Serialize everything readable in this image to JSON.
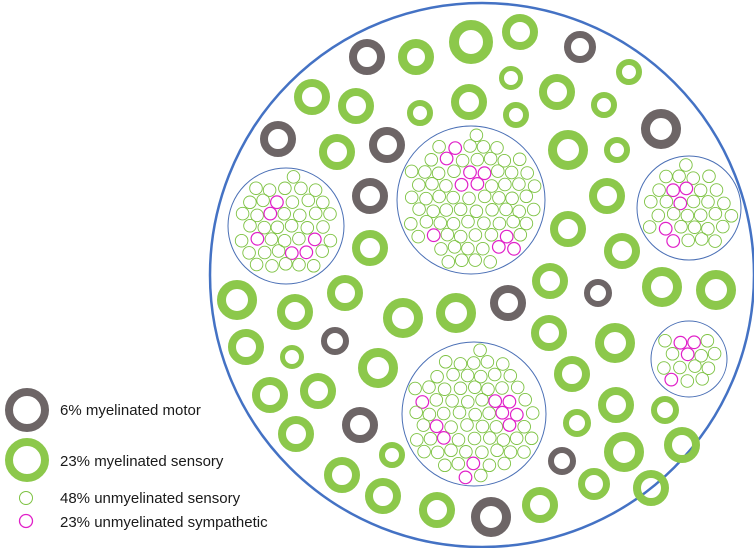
{
  "colors": {
    "motor": "#6d6566",
    "sensory": "#8cc84b",
    "unmyelinated_sensory": "#7dc242",
    "unmyelinated_sympathetic": "#e020c8",
    "nerve_outline": "#4472c4",
    "fascicle_outline": "#4a6fb5"
  },
  "legend": {
    "motor": "6% myelinated motor",
    "sensory": "23% myelinated sensory",
    "unmyelinated_sensory": "48% unmyelinated sensory",
    "unmyelinated_sympathetic": "23% unmyelinated sympathetic"
  },
  "composition": {
    "myelinated_motor_percent": 6,
    "myelinated_sensory_percent": 23,
    "unmyelinated_sensory_percent": 48,
    "unmyelinated_sympathetic_percent": 23
  }
}
